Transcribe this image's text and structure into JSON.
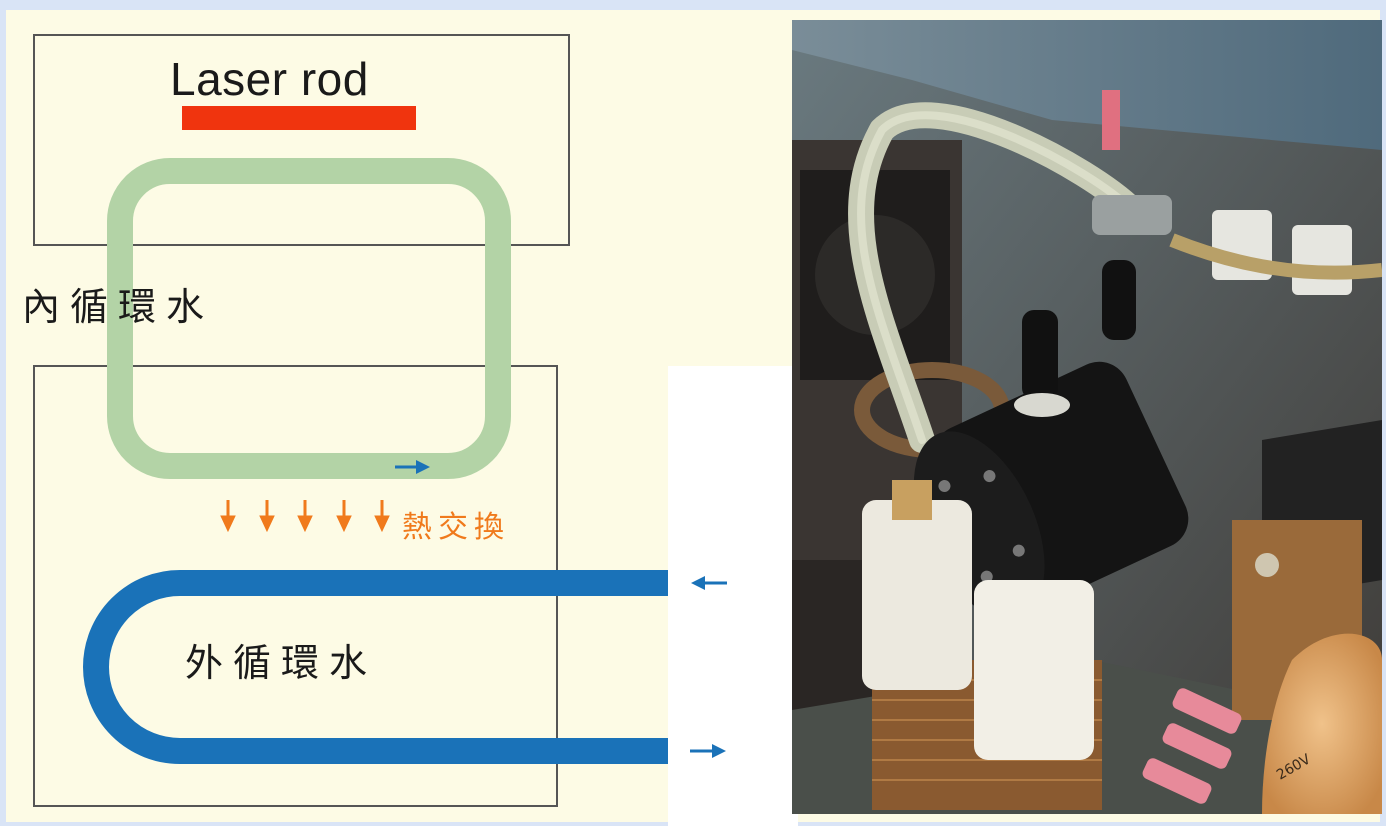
{
  "labels": {
    "laser_rod": "Laser rod",
    "inner_loop": "內循環水",
    "outer_loop": "外循環水",
    "heat_exchange": "熱交換"
  },
  "colors": {
    "background_cream": "#fdfbe5",
    "laser_rod": "#f0340e",
    "inner_loop": "#b3d3a6",
    "outer_loop": "#1a72b8",
    "flow_arrow": "#1a72b8",
    "heat_arrow": "#f07a1c"
  },
  "photo": {
    "description_icon": "chiller-plumbing-photo",
    "visible_text": "260V"
  }
}
